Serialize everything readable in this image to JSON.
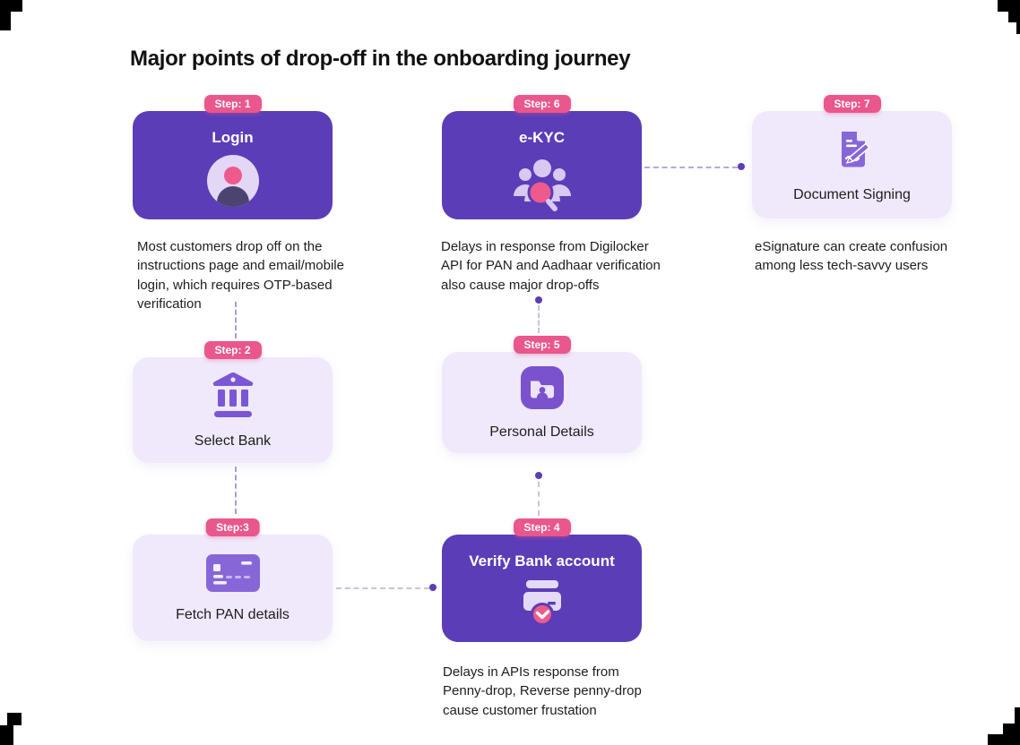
{
  "title": "Major points of drop-off in the onboarding journey",
  "steps": {
    "step1": {
      "badge": "Step: 1",
      "label": "Login",
      "description": "Most customers drop off on the instructions page and email/mobile login, which requires OTP-based verification"
    },
    "step2": {
      "badge": "Step: 2",
      "label": "Select Bank"
    },
    "step3": {
      "badge": "Step:3",
      "label": "Fetch PAN details"
    },
    "step4": {
      "badge": "Step: 4",
      "label": "Verify Bank account",
      "description": "Delays in APIs response from Penny-drop, Reverse penny-drop cause customer frustation"
    },
    "step5": {
      "badge": "Step: 5",
      "label": "Personal Details"
    },
    "step6": {
      "badge": "Step: 6",
      "label": "e-KYC",
      "description": "Delays in response from Digilocker API for PAN and Aadhaar verification also cause major drop-offs"
    },
    "step7": {
      "badge": "Step: 7",
      "label": "Document Signing",
      "description": "eSignature can create confusion among less tech-savvy users"
    }
  },
  "colors": {
    "card_purple": "#5B3DB7",
    "card_light": "#EFE9FB",
    "badge_pink": "#E9578C",
    "icon_purple": "#7E5BD3",
    "icon_pink": "#EE5A8C",
    "icon_lavender": "#D9C8F2",
    "text": "#1D1D1F",
    "corner_black": "#000000"
  }
}
